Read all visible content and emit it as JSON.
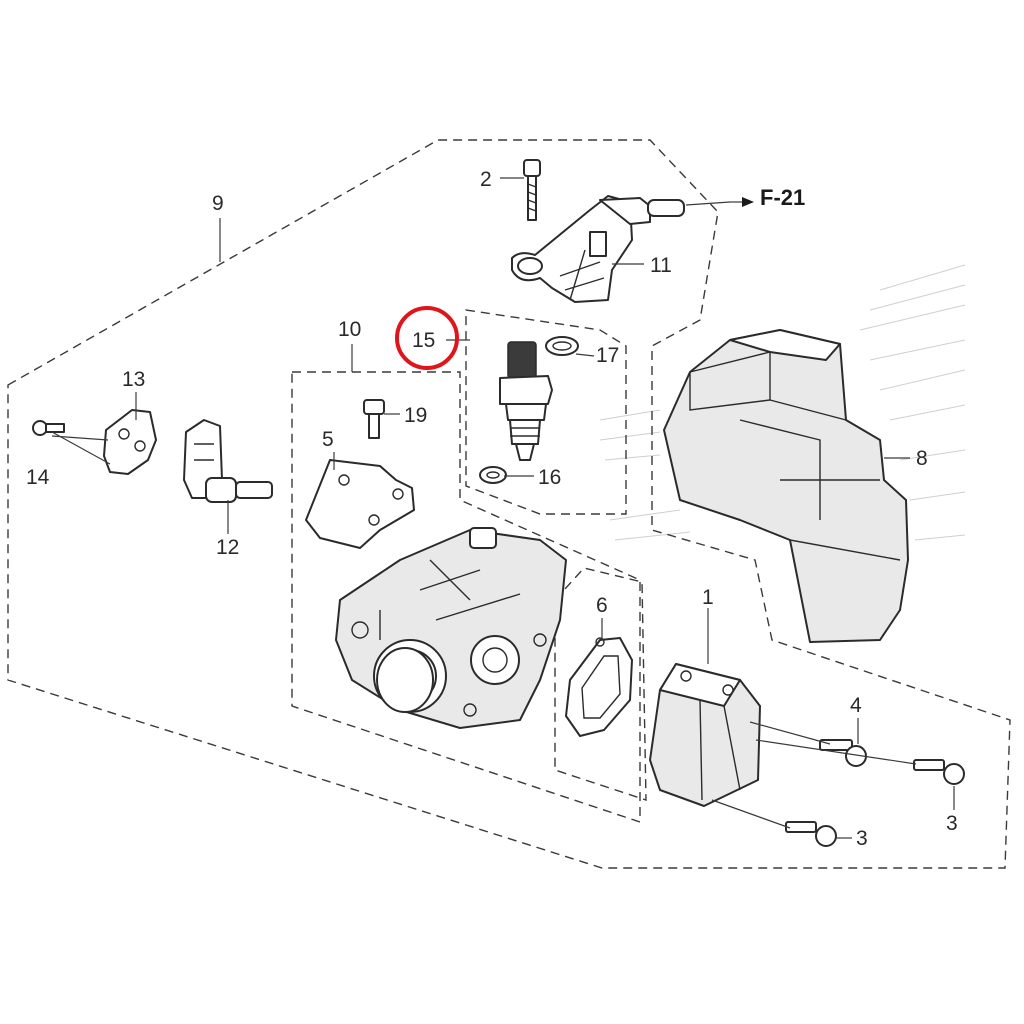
{
  "diagram": {
    "callouts": [
      "1",
      "2",
      "3",
      "3",
      "4",
      "5",
      "6",
      "8",
      "9",
      "10",
      "11",
      "12",
      "13",
      "14",
      "15",
      "16",
      "17",
      "19"
    ],
    "reference": "F-21",
    "highlight_color": "#e0151b",
    "line_color": "#2b2b2b"
  }
}
